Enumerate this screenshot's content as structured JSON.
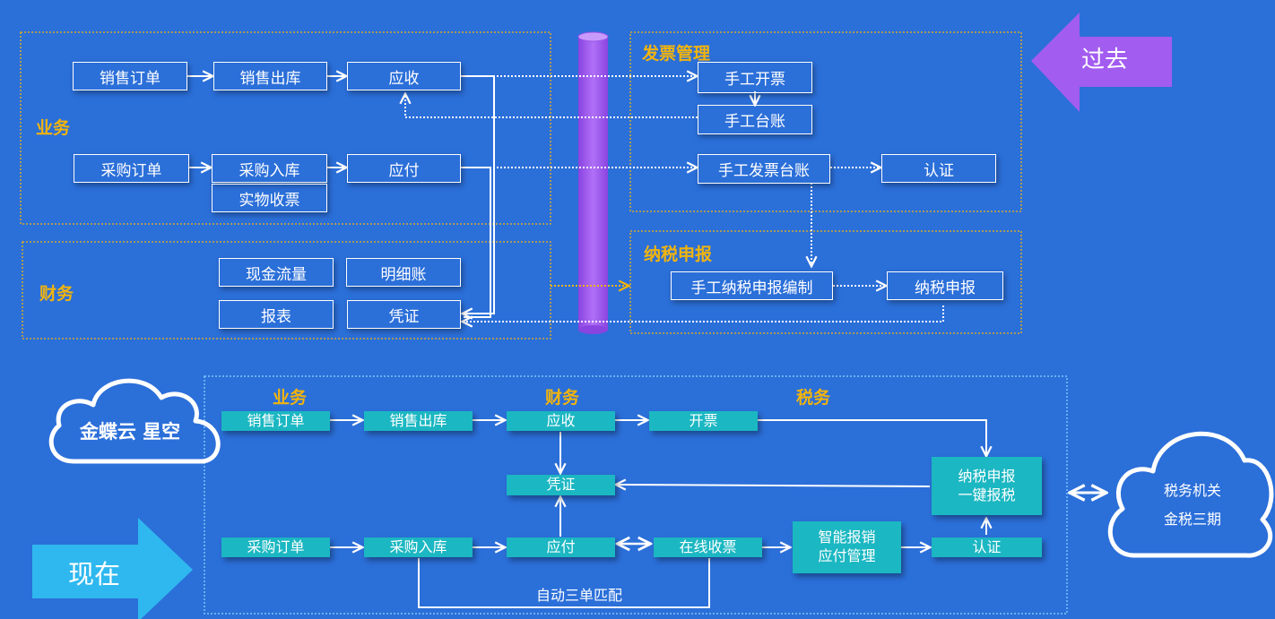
{
  "past": {
    "arrow_label": "过去",
    "business_label": "业务",
    "finance_label": "财务",
    "invoice_section_label": "发票管理",
    "tax_section_label": "纳税申报",
    "sales_order": "销售订单",
    "sales_outbound": "销售出库",
    "receivable": "应收",
    "purchase_order": "采购订单",
    "purchase_inbound": "采购入库",
    "payable": "应付",
    "physical_invoice": "实物收票",
    "cash_flow": "现金流量",
    "detail_ledger": "明细账",
    "report": "报表",
    "voucher": "凭证",
    "manual_invoicing": "手工开票",
    "manual_ledger": "手工台账",
    "manual_invoice_ledger": "手工发票台账",
    "certification": "认证",
    "manual_tax_filing_prep": "手工纳税申报编制",
    "tax_filing": "纳税申报"
  },
  "present": {
    "arrow_label": "现在",
    "cloud_label": "金蝶云 星空",
    "col_business": "业务",
    "col_finance": "财务",
    "col_tax": "税务",
    "sales_order": "销售订单",
    "sales_outbound": "销售出库",
    "receivable": "应收",
    "invoicing": "开票",
    "voucher": "凭证",
    "tax_filing_line1": "纳税申报",
    "tax_filing_line2": "一键报税",
    "purchase_order": "采购订单",
    "purchase_inbound": "采购入库",
    "payable": "应付",
    "online_invoice": "在线收票",
    "smart_expense_line1": "智能报销",
    "smart_expense_line2": "应付管理",
    "certification": "认证",
    "auto_match": "自动三单匹配",
    "tax_authority_line1": "税务机关",
    "tax_authority_line2": "金税三期"
  },
  "colors": {
    "background": "#2b6fd9",
    "section_label": "#f1b40e",
    "teal_box": "#1bb7c2",
    "pillar": "#a25cf0",
    "past_arrow": "#a25cf0",
    "present_arrow": "#2fb8ef"
  }
}
